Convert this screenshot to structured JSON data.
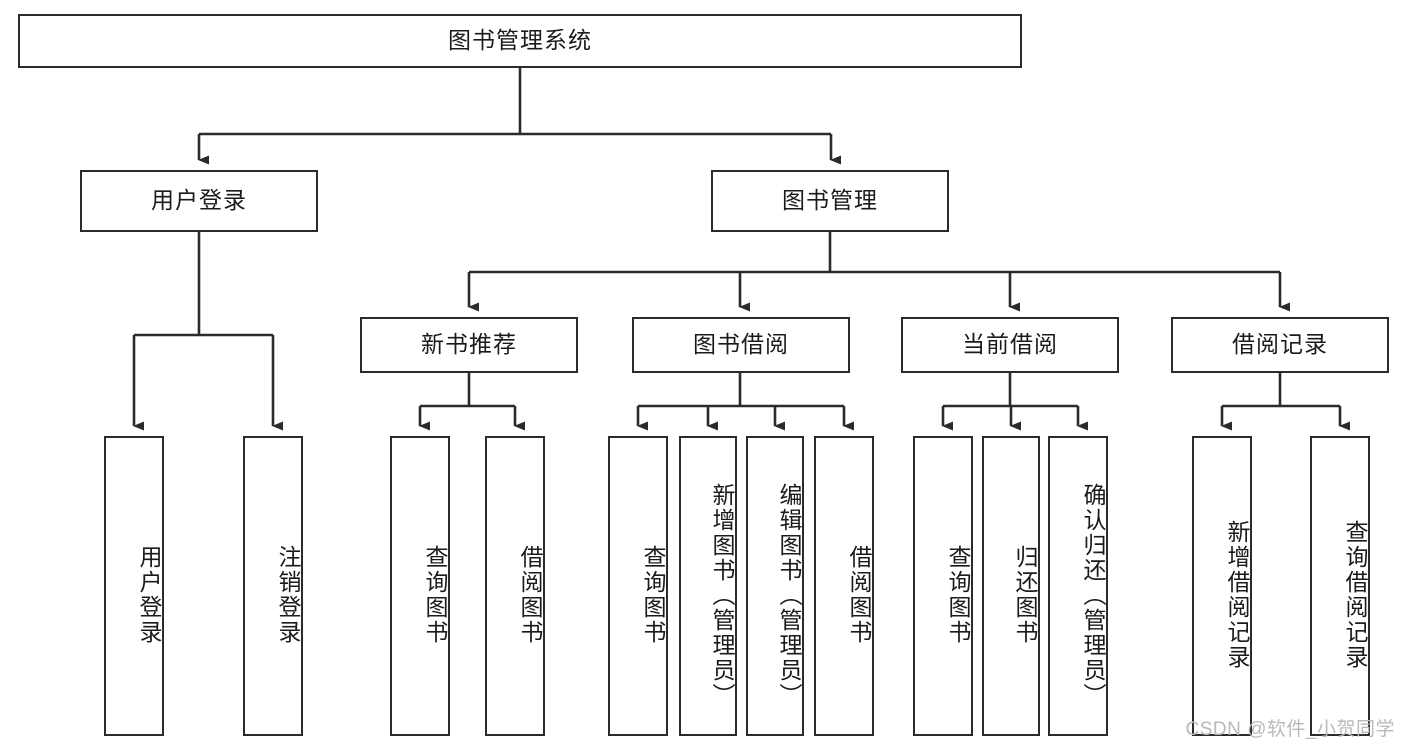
{
  "diagram": {
    "title": "图书管理系统",
    "type": "tree-hierarchy",
    "root": {
      "label": "图书管理系统"
    },
    "level2": [
      {
        "label": "用户登录"
      },
      {
        "label": "图书管理"
      }
    ],
    "level3": [
      {
        "label": "新书推荐"
      },
      {
        "label": "图书借阅"
      },
      {
        "label": "当前借阅"
      },
      {
        "label": "借阅记录"
      }
    ],
    "leaves": {
      "user_login": [
        {
          "label": "用户登录"
        },
        {
          "label": "注销登录"
        }
      ],
      "new_book_recommend": [
        {
          "label": "查询图书"
        },
        {
          "label": "借阅图书"
        }
      ],
      "book_borrow": [
        {
          "label": "查询图书"
        },
        {
          "label": "新增图书（管理员）"
        },
        {
          "label": "编辑图书（管理员）"
        },
        {
          "label": "借阅图书"
        }
      ],
      "current_borrow": [
        {
          "label": "查询图书"
        },
        {
          "label": "归还图书"
        },
        {
          "label": "确认归还（管理员）"
        }
      ],
      "borrow_record": [
        {
          "label": "新增借阅记录"
        },
        {
          "label": "查询借阅记录"
        }
      ]
    }
  },
  "watermark": {
    "text": "CSDN @软件_小贺同学"
  },
  "colors": {
    "stroke": "#2b2b2b",
    "fill": "#ffffff",
    "text": "#1b1b1b",
    "watermark": "#b9b9b9"
  }
}
